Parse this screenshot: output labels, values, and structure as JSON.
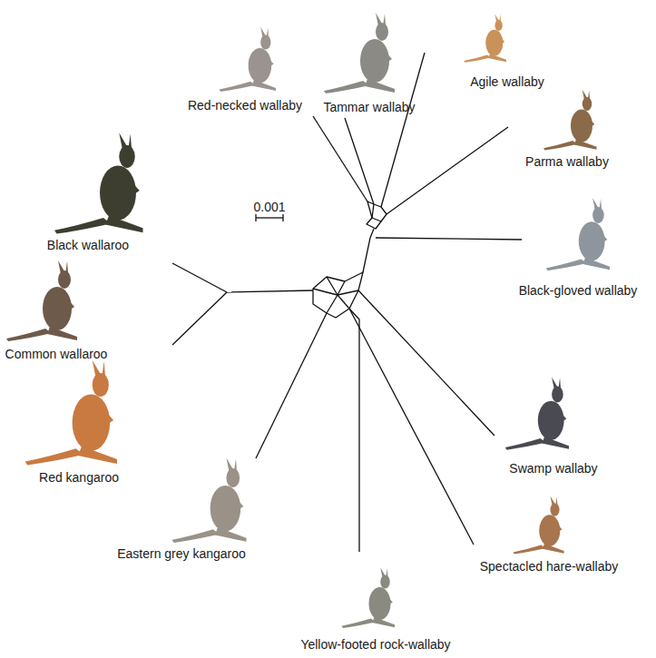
{
  "diagram": {
    "labels": [
      "Agile wallaby",
      "Tammar wallaby",
      "Red-necked wallaby",
      "Parma wallaby",
      "0.001",
      "Black wallaroo",
      "Black-gloved wallaby",
      "Common wallaroo",
      "Red kangaroo",
      "Swamp wallaby",
      "Eastern grey kangaroo",
      "Spectacled hare-wallaby",
      "Yellow-footed rock-wallaby"
    ]
  }
}
